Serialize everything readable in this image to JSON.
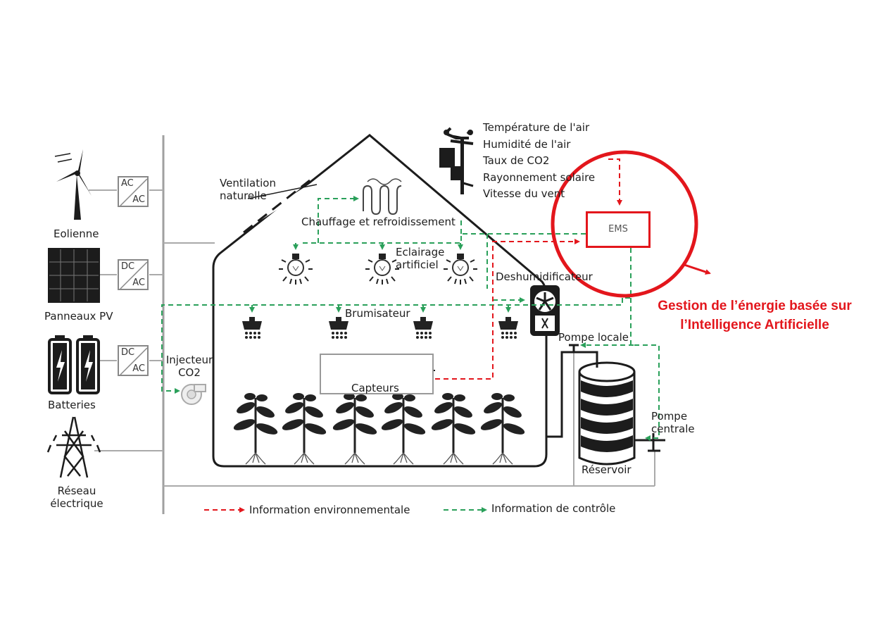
{
  "sources": {
    "eolienne": "Eolienne",
    "panneaux": "Panneaux PV",
    "batteries": "Batteries",
    "reseau_line1": "Réseau",
    "reseau_line2": "électrique"
  },
  "converters": [
    {
      "top": "AC",
      "bottom": "AC"
    },
    {
      "top": "DC",
      "bottom": "AC"
    },
    {
      "top": "DC",
      "bottom": "AC"
    }
  ],
  "greenhouse": {
    "ventilation_line1": "Ventilation",
    "ventilation_line2": "naturelle",
    "chauffage": "Chauffage et refroidissement",
    "eclairage_line1": "Eclairage",
    "eclairage_line2": "artificiel",
    "deshumidificateur": "Deshumidificateur",
    "brumisateur": "Brumisateur",
    "capteurs": "Capteurs",
    "injecteur_line1": "Injecteur",
    "injecteur_line2": "CO2",
    "pompe_locale": "Pompe locale",
    "pompe_centrale_line1": "Pompe",
    "pompe_centrale_line2": "centrale",
    "reservoir": "Réservoir"
  },
  "weather_station": [
    "Température de l'air",
    "Humidité de l'air",
    "Taux de CO2",
    "Rayonnement solaire",
    "Vitesse du vent"
  ],
  "ems": {
    "label": "EMS",
    "note_line1": "Gestion de l’énergie basée sur",
    "note_line2": "l’Intelligence Artificielle"
  },
  "legend": {
    "environmental": "Information environnementale",
    "control": "Information de contrôle"
  },
  "colors": {
    "environmental": "#e3161c",
    "control": "#2aa05a",
    "highlight": "#e3161c"
  }
}
